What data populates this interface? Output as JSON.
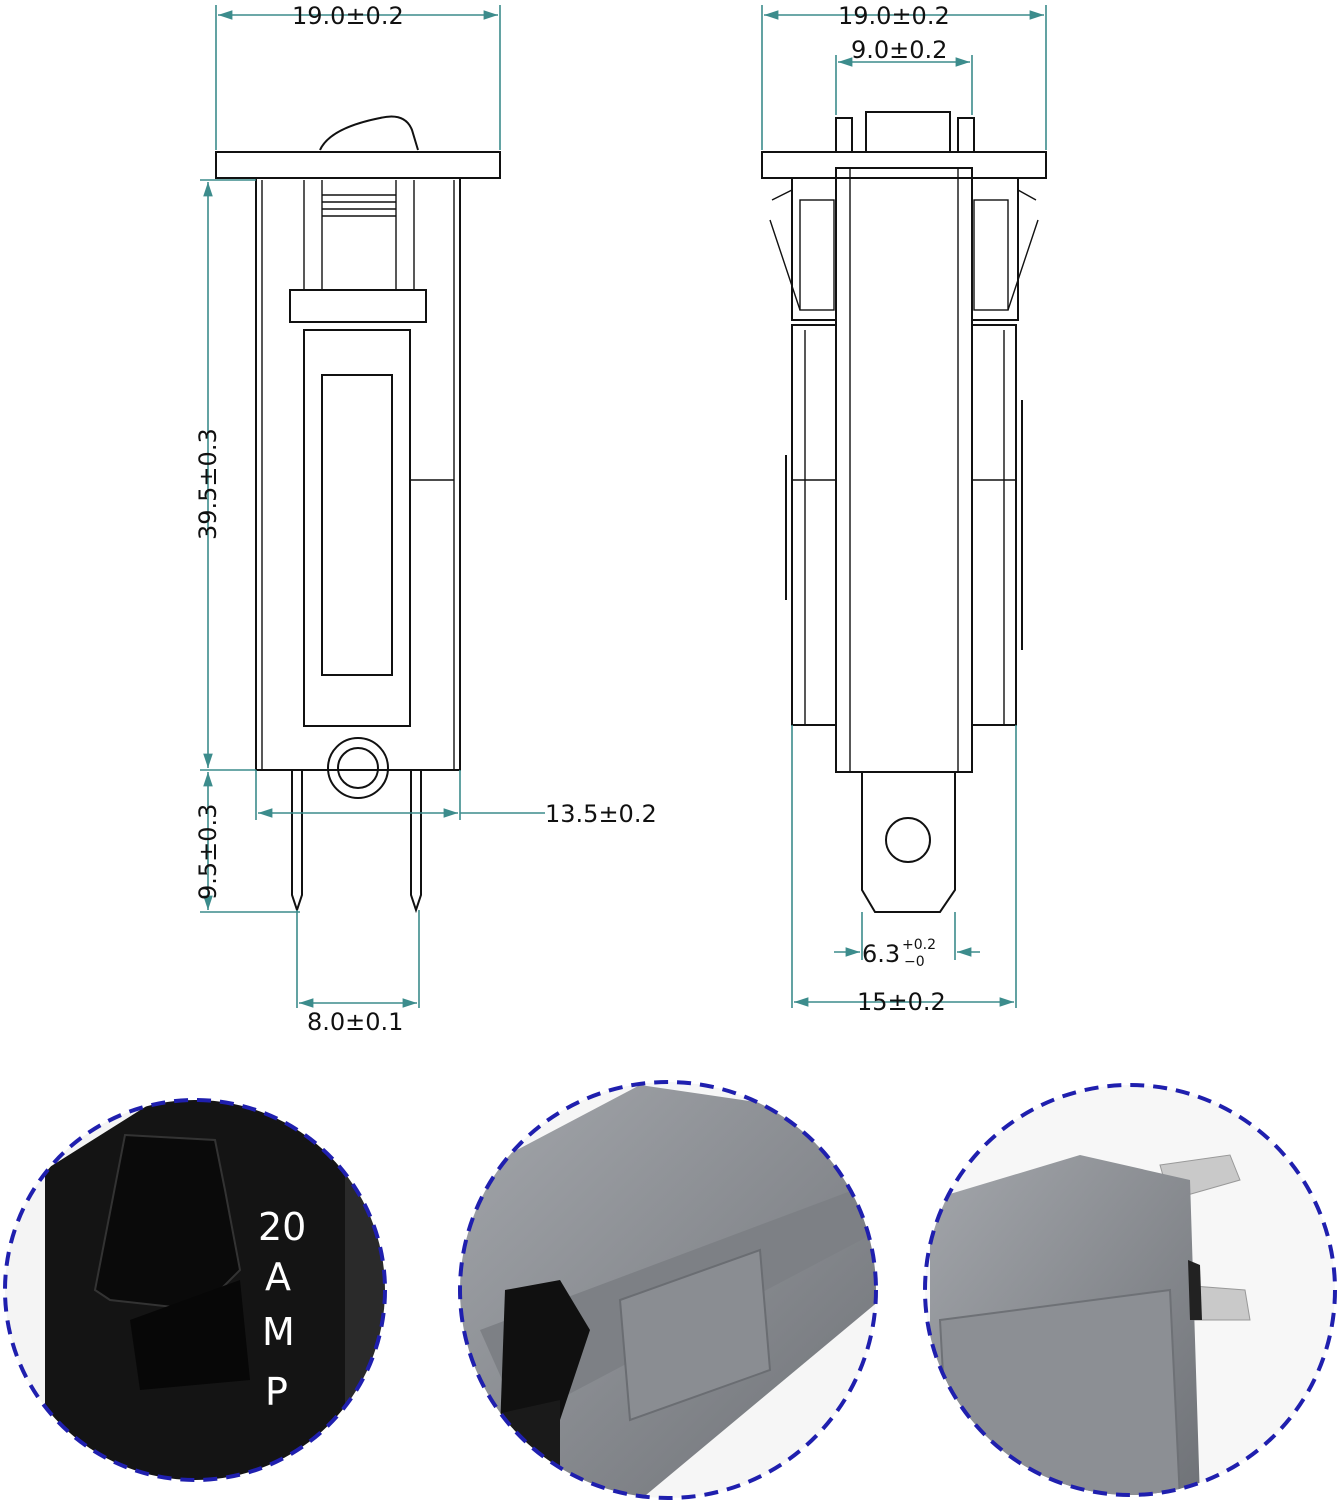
{
  "front_view": {
    "width_top": "19.0±0.2",
    "body_height": "39.5±0.3",
    "pin_length": "9.5±0.3",
    "body_width": "13.5±0.2",
    "pin_spacing": "8.0±0.1"
  },
  "side_view": {
    "width_top": "19.0±0.2",
    "actuator_width": "9.0±0.2",
    "terminal_width": "6.3",
    "terminal_tol_plus": "+0.2",
    "terminal_tol_minus": "−0",
    "body_depth": "15±0.2"
  },
  "photos": {
    "rating_number": "20",
    "rating_unit": [
      "A",
      "M",
      "P"
    ],
    "circle_border_color": "#1f1fae",
    "breaker_colors": {
      "front": "#111111",
      "body": "#8e9196"
    }
  },
  "colors": {
    "dimension_lines": "#3c8c8c",
    "outline": "#111111"
  }
}
